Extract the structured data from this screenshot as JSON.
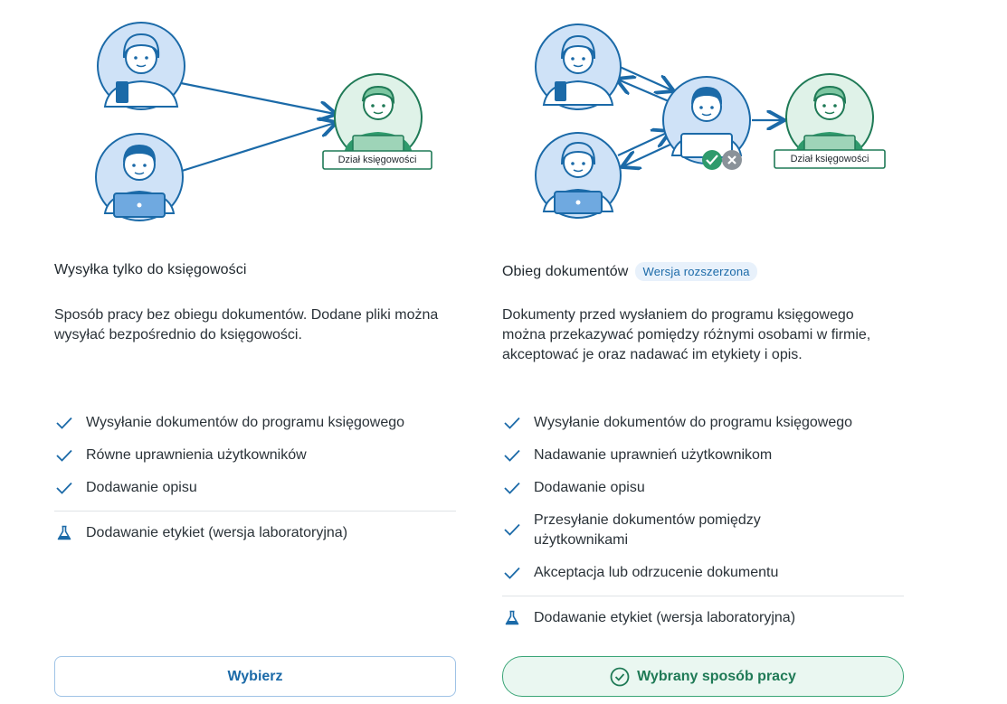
{
  "left": {
    "illustration": {
      "tag_label": "Dział księgowości"
    },
    "title": "Wysyłka tylko do księgowości",
    "description": "Sposób pracy bez obiegu dokumentów. Dodane pliki można wysyłać bezpośrednio do księgowości.",
    "features": [
      "Wysyłanie dokumentów do programu księgowego",
      "Równe uprawnienia użytkowników",
      "Dodawanie opisu"
    ],
    "lab_feature": "Dodawanie etykiet (wersja laboratoryjna)",
    "button_label": "Wybierz"
  },
  "right": {
    "illustration": {
      "tag_label": "Dział księgowości"
    },
    "title": "Obieg dokumentów",
    "badge": "Wersja rozszerzona",
    "description": "Dokumenty przed wysłaniem do programu księgowego można przekazywać pomiędzy różnymi osobami w firmie, akceptować je oraz nadawać im etykiety i opis.",
    "features": [
      "Wysyłanie dokumentów do programu księgowego",
      "Nadawanie uprawnień użytkownikom",
      "Dodawanie opisu",
      "Przesyłanie dokumentów pomiędzy użytkownikami",
      "Akceptacja lub odrzucenie dokumentu"
    ],
    "lab_feature": "Dodawanie etykiet (wersja laboratoryjna)",
    "button_label": "Wybrany sposób pracy"
  },
  "colors": {
    "accent_blue": "#1b6aa8",
    "accent_green": "#2f9a6c",
    "avatar_blue": "#cfe2f7",
    "avatar_green": "#dff2e8"
  }
}
